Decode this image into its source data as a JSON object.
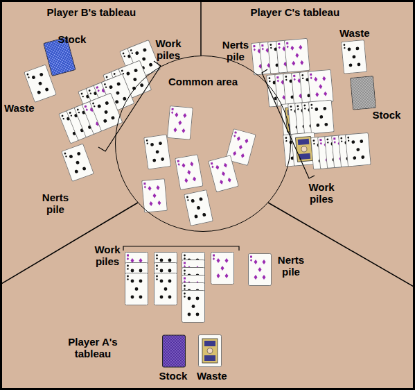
{
  "diagram": {
    "nodes": [
      {
        "text": [
          "Common area"
        ]
      }
    ],
    "labels": [
      "Player B's tableau",
      "Player C's tableau",
      "Stock",
      "Work piles",
      "Nerts pile",
      "Waste",
      "Waste",
      "Stock",
      "Nerts pile",
      "Work piles",
      "Work piles",
      "Nerts pile",
      "Player A's tableau",
      "Stock",
      "Waste"
    ]
  }
}
